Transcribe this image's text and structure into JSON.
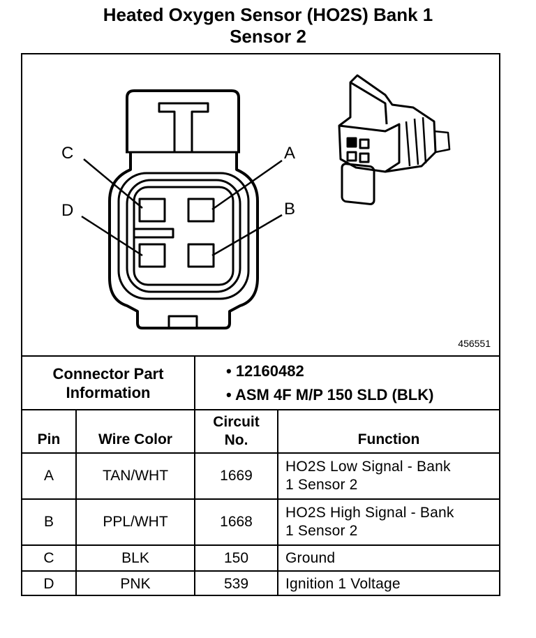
{
  "title": {
    "line1": "Heated Oxygen Sensor (HO2S) Bank 1",
    "line2": "Sensor 2"
  },
  "diagram": {
    "figure_number": "456551",
    "pin_labels": [
      "C",
      "A",
      "D",
      "B"
    ]
  },
  "connector_info": {
    "label": "Connector Part Information",
    "items": [
      "• 12160482",
      "• ASM 4F M/P 150 SLD (BLK)"
    ]
  },
  "table": {
    "headers": {
      "pin": "Pin",
      "wire_color": "Wire Color",
      "circuit": "Circuit No.",
      "function": "Function"
    },
    "rows": [
      {
        "pin": "A",
        "wire_color": "TAN/WHT",
        "circuit": "1669",
        "function": "HO2S Low Signal - Bank 1 Sensor 2"
      },
      {
        "pin": "B",
        "wire_color": "PPL/WHT",
        "circuit": "1668",
        "function": "HO2S High Signal - Bank 1 Sensor 2"
      },
      {
        "pin": "C",
        "wire_color": "BLK",
        "circuit": "150",
        "function": "Ground"
      },
      {
        "pin": "D",
        "wire_color": "PNK",
        "circuit": "539",
        "function": "Ignition 1 Voltage"
      }
    ]
  }
}
